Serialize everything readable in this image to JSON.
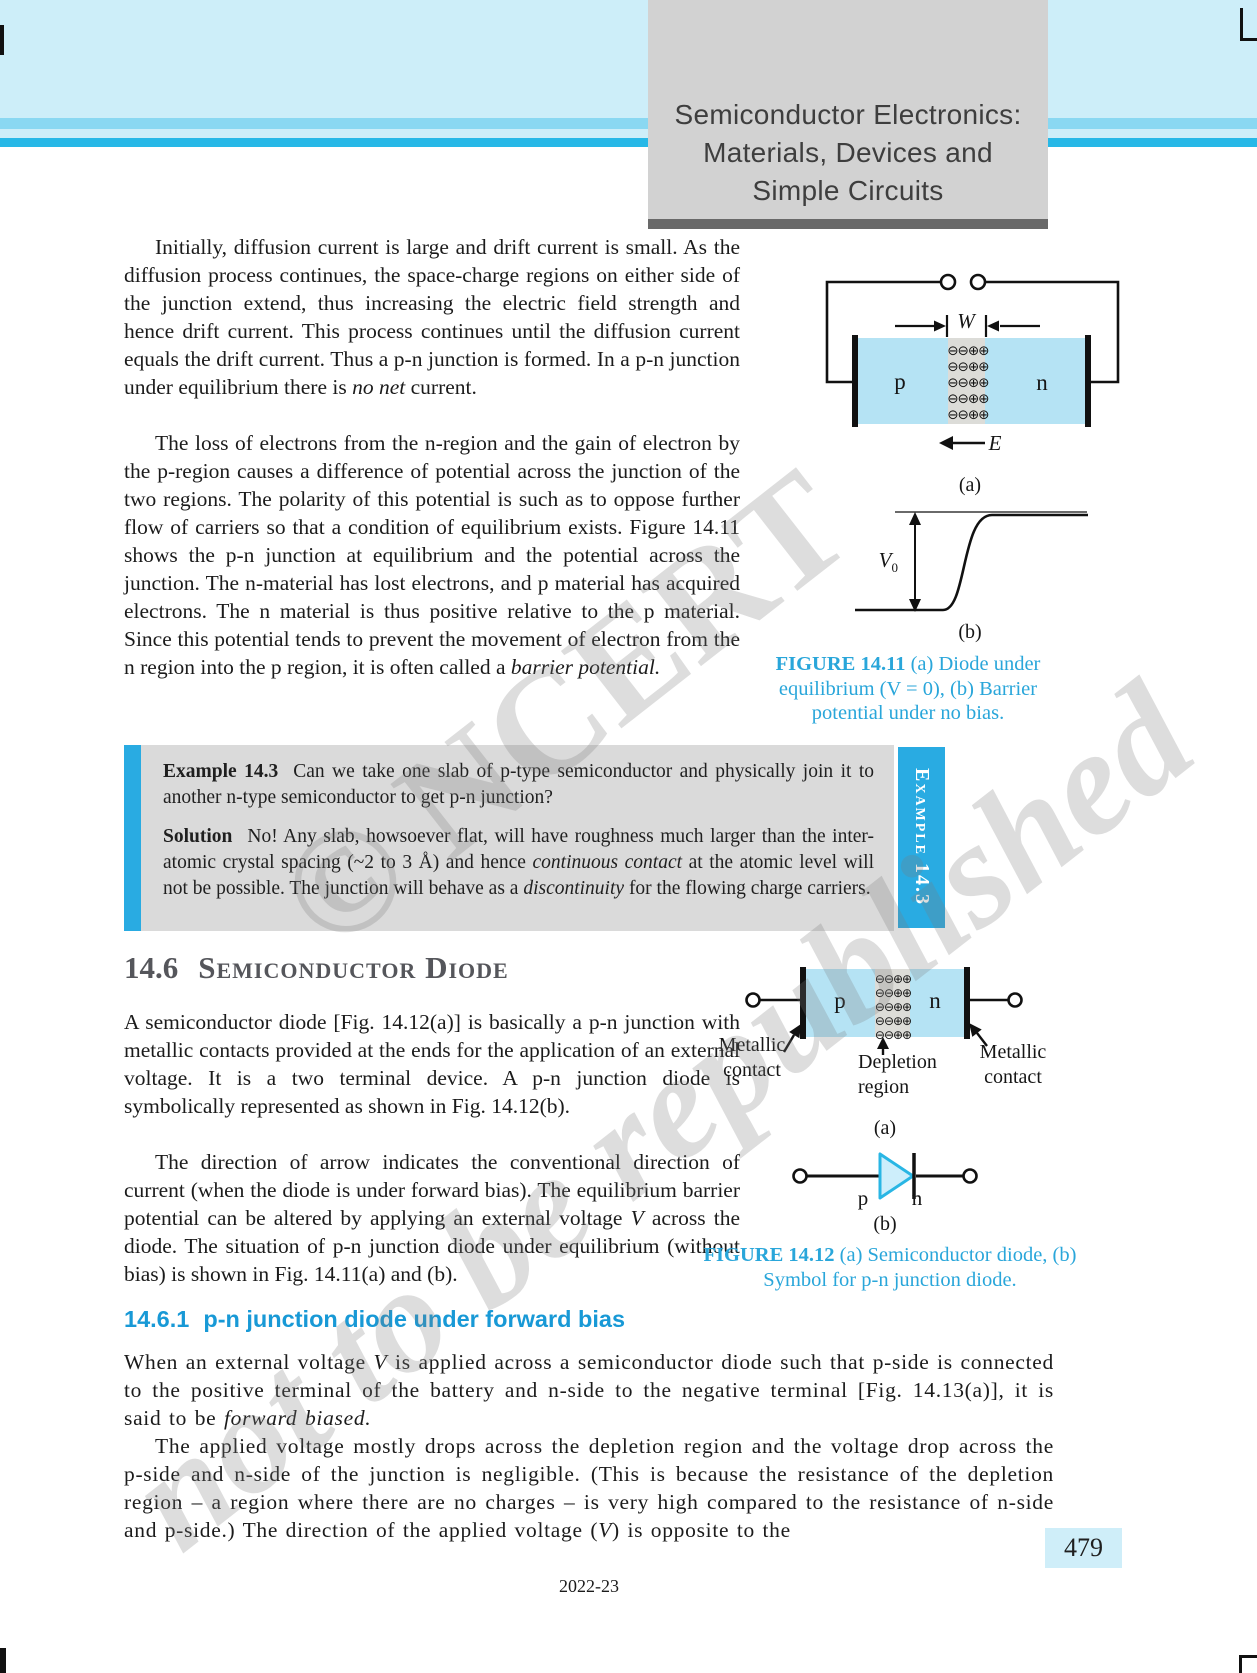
{
  "header": {
    "title_lines": [
      "Semiconductor Electronics:",
      "Materials, Devices and",
      "Simple Circuits"
    ]
  },
  "content": {
    "p1": [
      "Initially, diffusion current is large and drift current is small. As the diffusion process continues, the space-charge regions on either side of the junction extend, thus increasing the electric field strength  and hence drift current. This process continues until the diffusion current equals the drift current. Thus a p-n junction is formed. In a p-n junction under equilibrium there is ",
      "no net",
      " current."
    ],
    "p2": [
      "The loss of electrons from the n-region and the gain of electron by the p-region causes a  difference of potential across the junction of the two regions. The polarity of this potential is such as to oppose further flow of carriers so that a condition of equilibrium exists. Figure 14.11 shows the p-n junction at equilibrium and the potential across the junction. The n-material has lost electrons, and p material has acquired electrons. The n material is thus positive relative to the p material. Since this potential tends to prevent the movement of electron from the n region into the p region, it is often called a ",
      "barrier potential."
    ],
    "example": {
      "label": "Example 14.3",
      "question": "Can we take one slab of p-type semiconductor and physically join it to another n-type semiconductor to get p-n junction?",
      "solution_label": "Solution",
      "solution": [
        "No! Any slab, howsoever flat, will have roughness much larger than the inter-atomic crystal spacing (~2 to 3 Å) and hence ",
        "continuous contact",
        " at the atomic level will not be possible. The junction will behave as a ",
        "discontinuity",
        " for the flowing charge carriers."
      ],
      "side_tab": "Example 14.3"
    },
    "s146": {
      "number": "14.6",
      "title": "Semiconductor Diode"
    },
    "p3": "A semiconductor diode [Fig. 14.12(a)] is basically a p-n junction with metallic contacts provided at the ends for the application of an external voltage. It is a two terminal device. A p-n junction diode is symbolically represented as shown in Fig. 14.12(b).",
    "p4": [
      "The direction of arrow indicates the conventional direction of current (when the diode is under forward bias). The equilibrium barrier potential can be altered by applying an external voltage ",
      "V",
      " across the diode. The situation of p-n junction diode under equilibrium (without bias) is shown in Fig. 14.11(a) and (b)."
    ],
    "s1461": {
      "number": "14.6.1",
      "title": "p-n junction diode under forward bias"
    },
    "p5": [
      "When an external voltage ",
      "V",
      " is applied across a semiconductor diode such that p-side is connected to the positive terminal of the battery and n-side to the negative terminal [Fig. 14.13(a)], it is said to be ",
      "forward biased."
    ],
    "p6": [
      "The applied voltage mostly drops across the depletion region and the voltage drop across the p-side and n-side of the junction is negligible. (This is because the resistance of the depletion region – a region where there are no charges – is very high compared to the resistance of  n-side and p-side.) The direction of the applied voltage (",
      "V",
      ") is opposite to the"
    ]
  },
  "fig1411": {
    "labels": {
      "w": "W",
      "e": "E",
      "p": "p",
      "n": "n",
      "a": "(a)",
      "b": "(b)",
      "v0": "V",
      "v0_sub": "0"
    },
    "depletion_rows": [
      "⊖⊖⊕⊕",
      "⊖⊖⊕⊕",
      "⊖⊖⊕⊕",
      "⊖⊖⊕⊕",
      "⊖⊖⊕⊕"
    ],
    "caption": [
      "FIGURE 14.11",
      " (a) Diode under equilibrium (V = 0), (b) Barrier potential under no bias."
    ]
  },
  "fig1412": {
    "labels": {
      "p": "p",
      "n": "n",
      "metallic_left": "Metallic contact",
      "depletion": "Depletion region",
      "metallic_right": "Metallic contact",
      "a": "(a)",
      "p2": "p",
      "n2": "n",
      "b": "(b)"
    },
    "depletion_rows": [
      "⊖⊖⊕⊕",
      "⊖⊖⊕⊕",
      "⊖⊖⊕⊕",
      "⊖⊖⊕⊕",
      "⊖⊖⊕⊕"
    ],
    "caption": [
      "FIGURE 14.12",
      " (a) Semiconductor diode, (b) Symbol for p-n junction diode."
    ]
  },
  "watermark": {
    "line1": "© NCERT",
    "line2": "not to be republished"
  },
  "footer": {
    "year": "2022-23",
    "page_number": "479"
  }
}
